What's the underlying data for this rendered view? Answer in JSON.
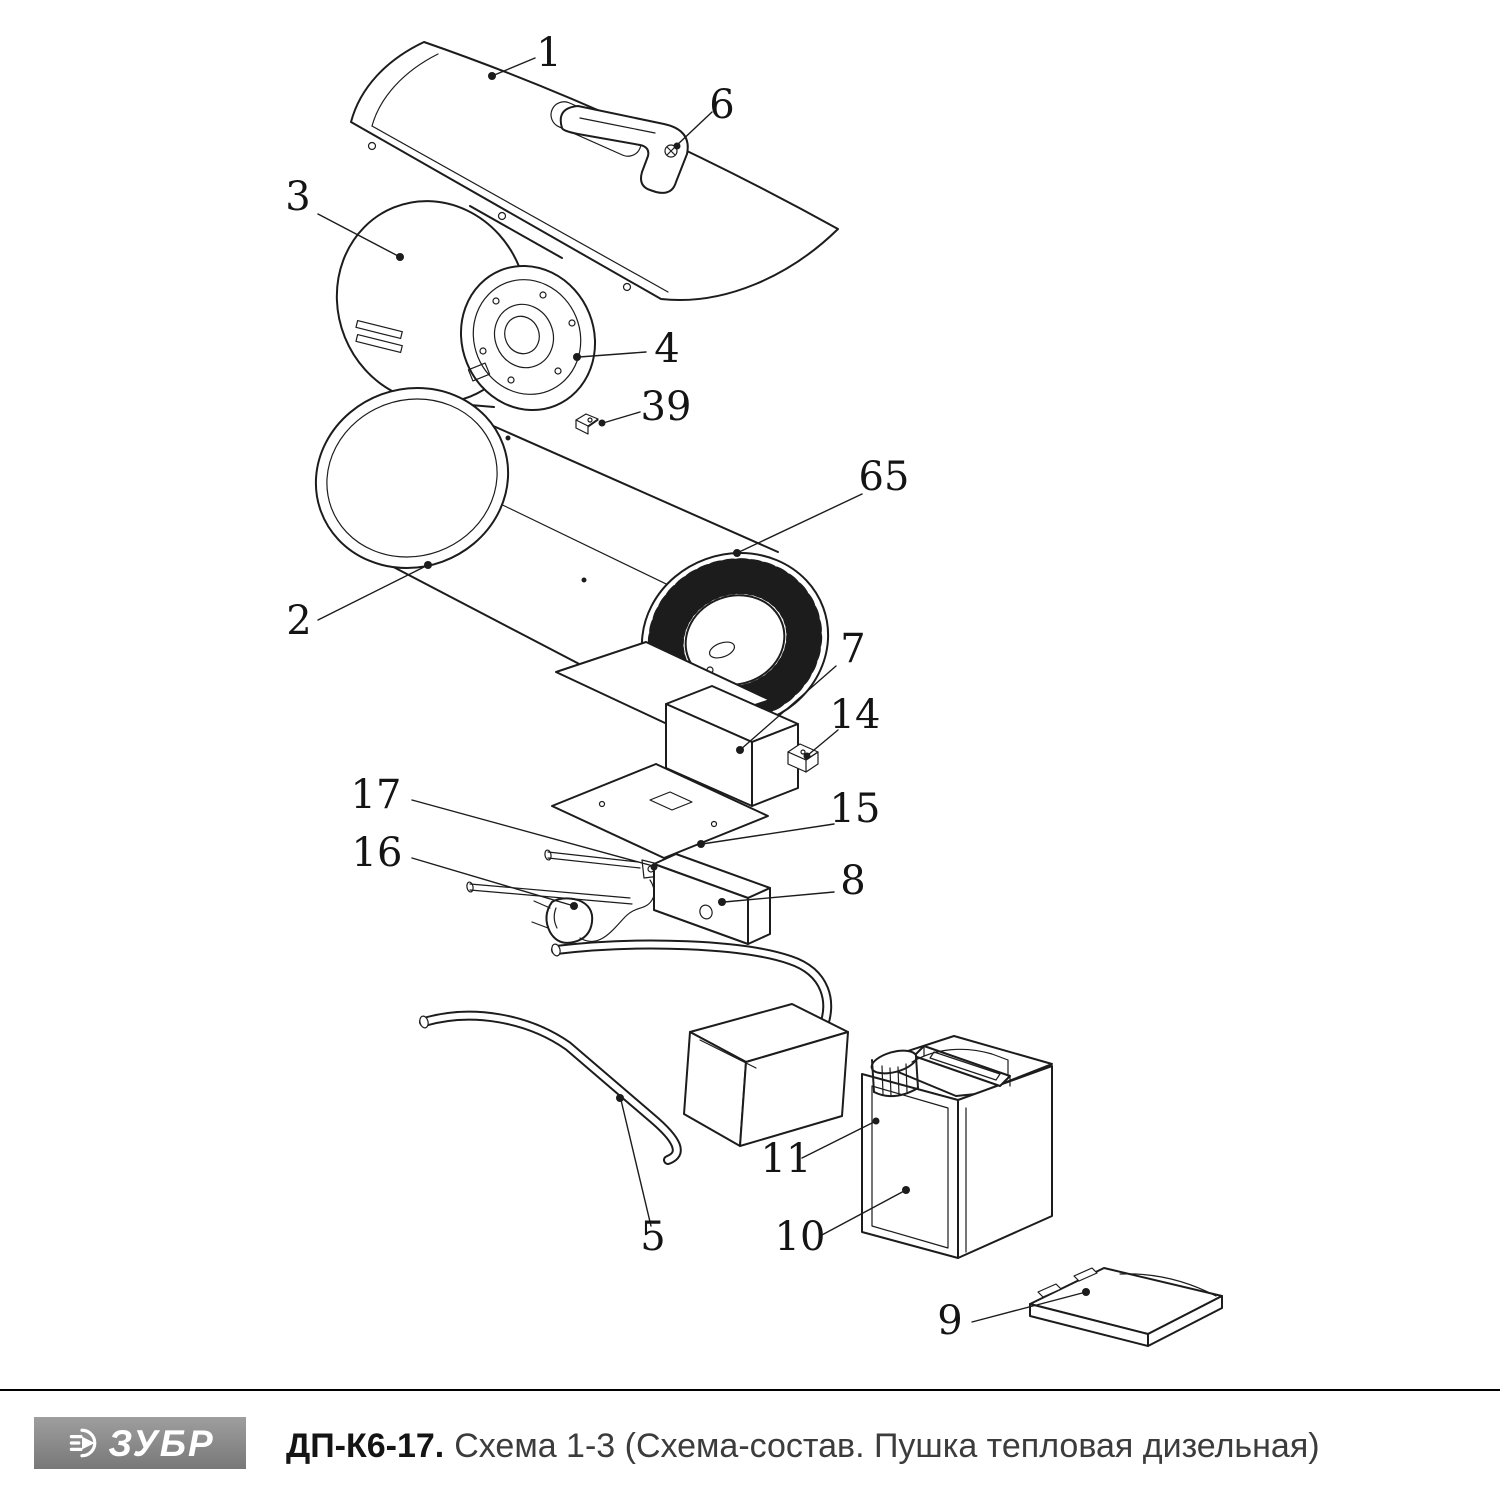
{
  "footer": {
    "brand": "ЗУБР",
    "model": "ДП-К6-17.",
    "caption": "Схема 1-3 (Схема-состав. Пушка тепловая дизельная)"
  },
  "diagram": {
    "type": "exploded-parts-diagram",
    "callouts": [
      {
        "label": "1"
      },
      {
        "label": "6"
      },
      {
        "label": "3"
      },
      {
        "label": "4"
      },
      {
        "label": "39"
      },
      {
        "label": "65"
      },
      {
        "label": "2"
      },
      {
        "label": "7"
      },
      {
        "label": "14"
      },
      {
        "label": "17"
      },
      {
        "label": "15"
      },
      {
        "label": "16"
      },
      {
        "label": "8"
      },
      {
        "label": "5"
      },
      {
        "label": "11"
      },
      {
        "label": "10"
      },
      {
        "label": "9"
      }
    ]
  },
  "colors": {
    "line": "#1c1c1c",
    "logo_background": "#8a8a8a",
    "logo_text": "#ffffff"
  }
}
